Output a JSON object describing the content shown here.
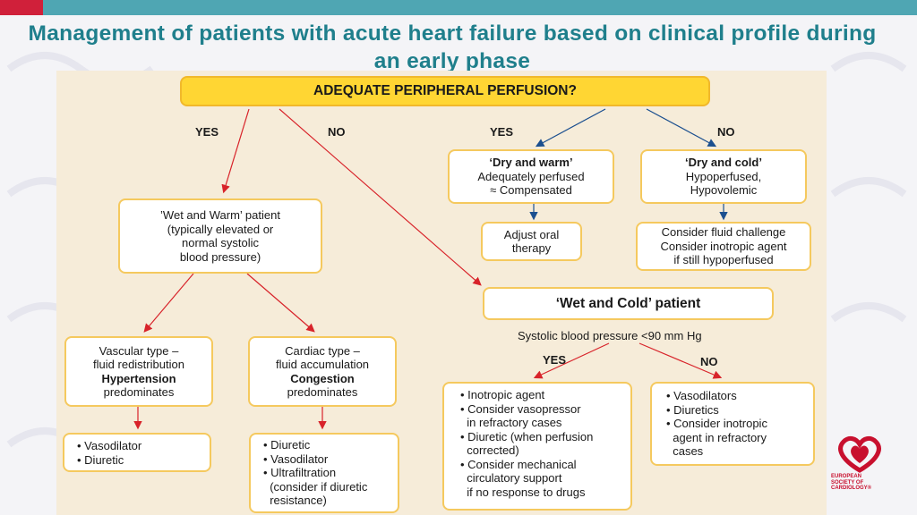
{
  "slide": {
    "title": "Management of patients with acute heart failure based on clinical profile during an early phase"
  },
  "question": "ADEQUATE PERIPHERAL PERFUSION?",
  "labels": {
    "yes_left": "YES",
    "no_left": "NO",
    "yes_right": "YES",
    "no_right": "NO",
    "yes_bottom": "YES",
    "no_bottom": "NO"
  },
  "dry_warm": {
    "lines": [
      "‘Dry and warm’",
      "Adequately perfused",
      "≈ Compensated"
    ]
  },
  "dry_cold": {
    "lines": [
      "‘Dry and cold’",
      "Hypoperfused,",
      "Hypovolemic"
    ]
  },
  "adjust_oral": {
    "lines": [
      "Adjust oral",
      "therapy"
    ]
  },
  "fluid_challenge": {
    "lines": [
      "Consider fluid challenge",
      "Consider inotropic agent",
      "if still hypoperfused"
    ]
  },
  "wet_warm": {
    "lines": [
      "’Wet and Warm’ patient",
      "(typically elevated or",
      "normal systolic",
      "blood pressure)"
    ]
  },
  "wet_cold": {
    "title": "‘Wet and Cold’ patient",
    "criterion": "Systolic blood pressure <90 mm Hg"
  },
  "vascular": {
    "lines": [
      "Vascular type –",
      "fluid redistribution",
      "Hypertension",
      "predominates"
    ]
  },
  "cardiac": {
    "lines": [
      "Cardiac type –",
      "fluid accumulation",
      "Congestion",
      "predominates"
    ]
  },
  "vascular_tx": {
    "lines": [
      "• Vasodilator",
      "• Diuretic"
    ]
  },
  "cardiac_tx": {
    "lines": [
      "• Diuretic",
      "• Vasodilator",
      "• Ultrafiltration",
      "  (consider if diuretic",
      "  resistance)"
    ]
  },
  "lowbp_tx": {
    "lines": [
      "• Inotropic agent",
      "• Consider vasopressor",
      "  in refractory cases",
      "• Diuretic (when perfusion",
      "  corrected)",
      "• Consider mechanical",
      "  circulatory support",
      "  if no response to drugs"
    ]
  },
  "normalbp_tx": {
    "lines": [
      "• Vasodilators",
      "• Diuretics",
      "• Consider inotropic",
      "  agent in refractory",
      "  cases"
    ]
  },
  "logo": {
    "lines": [
      "EUROPEAN",
      "SOCIETY OF",
      "CARDIOLOGY®"
    ]
  },
  "colors": {
    "accent_teal": "#4fa6b3",
    "accent_red": "#d0203a",
    "title_teal": "#1f7f8c",
    "question_yellow": "#ffd633",
    "box_border": "#f5c95e",
    "panel_bg": "#f6ecd9",
    "arrow_red": "#d8232a",
    "arrow_blue": "#1b4f8f"
  }
}
